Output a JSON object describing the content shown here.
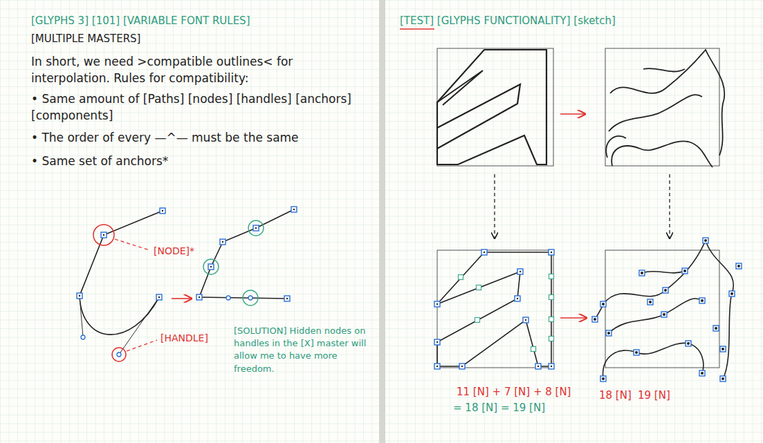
{
  "diagram": {
    "title": "[GLYPHS 3] [101] [VARIABLE FONT RULES]",
    "labels": [
      "[MULTIPLE MASTERS]",
      "In short, we need >compatible outlines< for interpolation. Rules for compatibility:",
      "• Same amount of [Paths] [nodes] [handles] [anchors] [components]",
      "• The order of every —^— must be the same",
      "• Same set of anchors*",
      "[NODE]*",
      "[HANDLE]",
      "[SOLUTION] Hidden nodes on handles in the [X] master will allow me to have more freedom.",
      "[TEST] [GLYPHS FUNCTIONALITY] [sketch]",
      "11 [N] + 7 [N] + 8 [N]",
      "= 18 [N] = 19 [N]",
      "18 [N]",
      "19 [N]"
    ]
  }
}
